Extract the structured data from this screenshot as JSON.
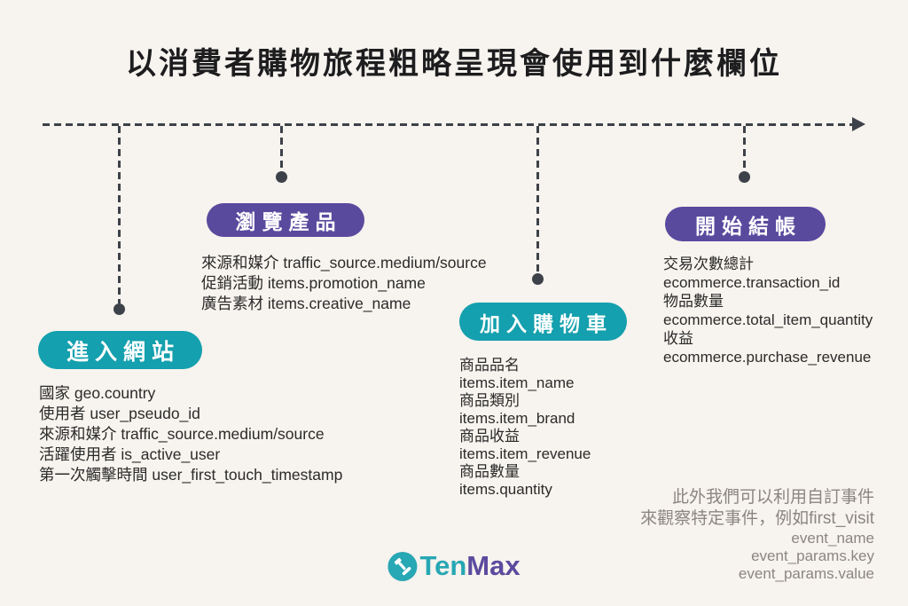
{
  "title": "以消費者購物旅程粗略呈現會使用到什麼欄位",
  "timeline": {
    "milestones": [
      {
        "label": "進入網站",
        "color": "#14a0ae",
        "fields": [
          "國家 geo.country",
          "使用者 user_pseudo_id",
          "來源和媒介 traffic_source.medium/source",
          "活躍使用者 is_active_user",
          "第一次觸擊時間 user_first_touch_timestamp"
        ]
      },
      {
        "label": "瀏覽產品",
        "color": "#5a4a9e",
        "fields": [
          "來源和媒介 traffic_source.medium/source",
          "促銷活動 items.promotion_name",
          "廣告素材 items.creative_name"
        ]
      },
      {
        "label": "加入購物車",
        "color": "#14a0ae",
        "fields": [
          "商品品名",
          "items.item_name",
          "商品類別",
          "items.item_brand",
          "商品收益",
          "items.item_revenue",
          "商品數量",
          "items.quantity"
        ]
      },
      {
        "label": "開始結帳",
        "color": "#5a4a9e",
        "fields": [
          "交易次數總計",
          "ecommerce.transaction_id",
          "物品數量",
          "ecommerce.total_item_quantity",
          "收益",
          "ecommerce.purchase_revenue"
        ]
      }
    ]
  },
  "note": {
    "lines": [
      "此外我們可以利用自訂事件",
      "來觀察特定事件，例如first_visit",
      "event_name",
      "event_params.key",
      "event_params.value"
    ]
  },
  "logo": {
    "ten": "Ten",
    "max": "Max"
  },
  "colors": {
    "background": "#f7f3ee",
    "teal": "#14a0ae",
    "purple": "#5a4a9e",
    "timeline_line": "#3d4149",
    "body_text": "#2b2b2b",
    "note_text": "#8b8681",
    "logo_teal": "#28a7b4",
    "logo_purple": "#5b4a9e"
  }
}
